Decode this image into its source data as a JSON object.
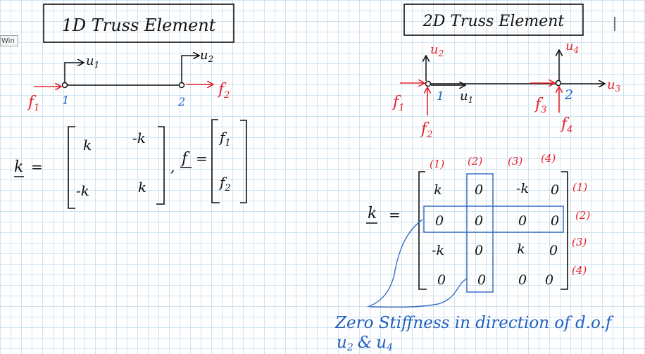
{
  "window_tab": "Win",
  "oneD": {
    "title": "1D Truss Element",
    "u1": "u",
    "u1_sub": "1",
    "u2": "u",
    "u2_sub": "2",
    "f1": "f",
    "f1_sub": "1",
    "f2": "f",
    "f2_sub": "2",
    "node1": "1",
    "node2": "2",
    "k_symbol": "k",
    "eq": "=",
    "k_matrix": [
      [
        "k",
        "-k"
      ],
      [
        "-k",
        "k"
      ]
    ],
    "comma": ",",
    "f_symbol": "f",
    "f_vector": [
      "f",
      "f"
    ],
    "f_vector_sub": [
      "1",
      "2"
    ]
  },
  "twoD": {
    "title": "2D Truss Element",
    "u1": "u",
    "u1_sub": "1",
    "u2": "u",
    "u2_sub": "2",
    "u3": "u",
    "u3_sub": "3",
    "u4": "u",
    "u4_sub": "4",
    "f1": "f",
    "f1_sub": "1",
    "f2": "f",
    "f2_sub": "2",
    "f3": "f",
    "f3_sub": "3",
    "f4": "f",
    "f4_sub": "4",
    "node1": "1",
    "node2": "2",
    "col_labels": [
      "(1)",
      "(2)",
      "(3)",
      "(4)"
    ],
    "row_labels": [
      "(1)",
      "(2)",
      "(3)",
      "(4)"
    ],
    "k_symbol": "k",
    "eq": "=",
    "k_matrix": [
      [
        "k",
        "0",
        "-k",
        "0"
      ],
      [
        "0",
        "0",
        "0",
        "0"
      ],
      [
        "-k",
        "0",
        "k",
        "0"
      ],
      [
        "0",
        "0",
        "0",
        "0"
      ]
    ],
    "note_line1": "Zero Stiffness in direction of d.o.f",
    "note_line2": "u",
    "note_u2_sub": "2",
    "note_and": "&",
    "note_u4": "u",
    "note_u4_sub": "4"
  },
  "colors": {
    "ink": "#111111",
    "force_red": "#e8202a",
    "node_blue": "#1f5fbf",
    "highlight_blue": "#3a6fc4"
  }
}
